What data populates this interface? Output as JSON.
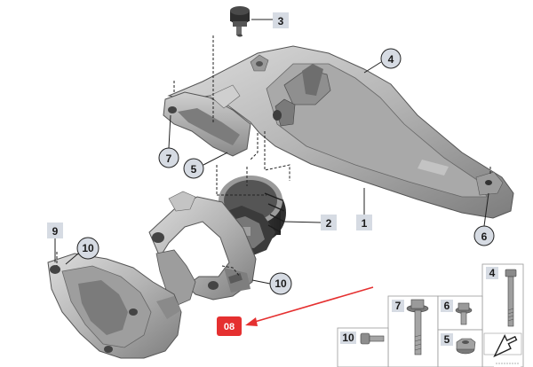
{
  "callouts": {
    "c3": "3",
    "c4": "4",
    "c7": "7",
    "c5": "5",
    "c2": "2",
    "c1": "1",
    "c9": "9",
    "c10a": "10",
    "c10b": "10",
    "c6": "6"
  },
  "highlight": {
    "label": "08",
    "color": "#e53030"
  },
  "legend": {
    "l4": "4",
    "l7": "7",
    "l6": "6",
    "l10": "10",
    "l5": "5"
  },
  "colors": {
    "part_fill": "#b9b9b9",
    "part_shade": "#8c8c8c",
    "part_dark": "#4a4a4a",
    "badge_bg": "#d6dbe3",
    "leader": "#222222",
    "accent": "#e53030"
  }
}
